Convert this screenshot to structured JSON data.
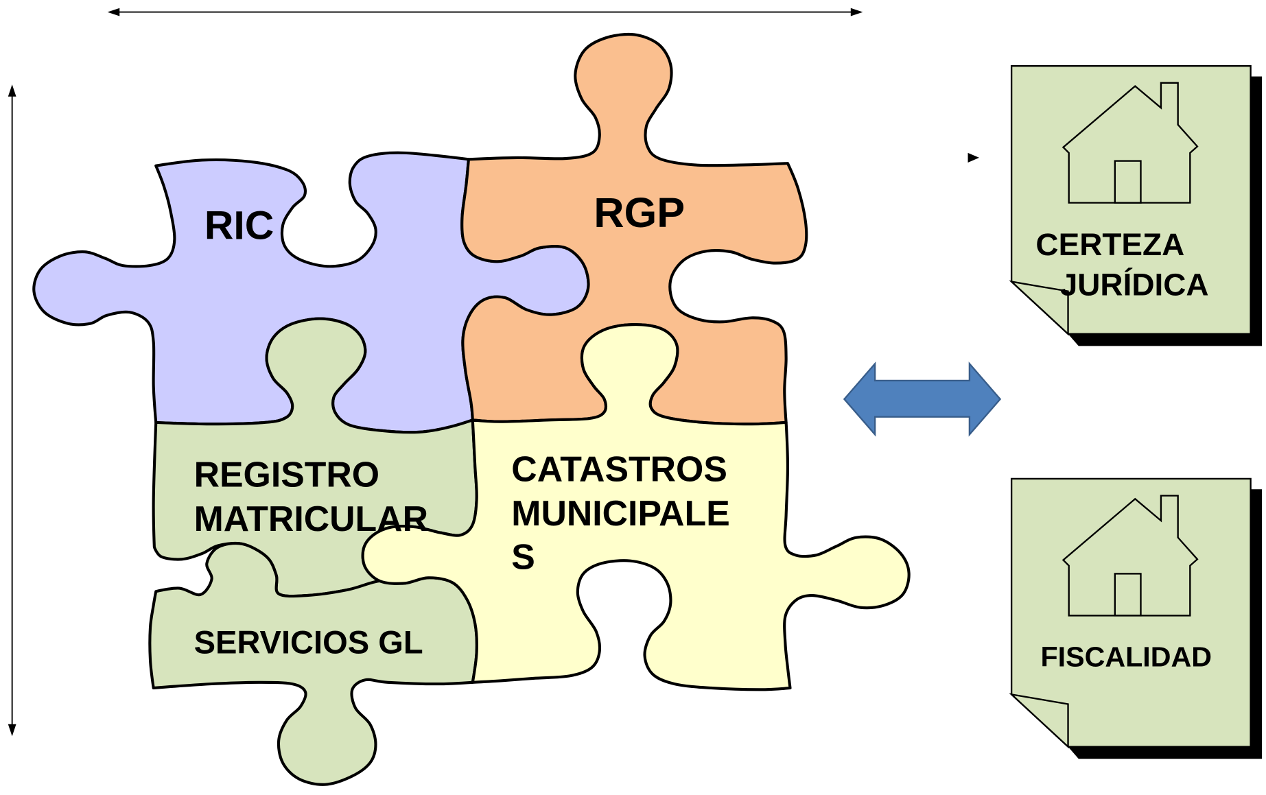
{
  "pieces": {
    "ric": {
      "label": "RIC"
    },
    "rgp": {
      "label": "RGP"
    },
    "registro_matricular": {
      "lines": [
        "REGISTRO",
        "MATRICULAR"
      ]
    },
    "catastros_municipales": {
      "lines": [
        "CATASTROS",
        "MUNICIPALE",
        "S"
      ]
    },
    "servicios_gl": {
      "label": "SERVICIOS GL"
    }
  },
  "outcomes": [
    {
      "lines": [
        "CERTEZA",
        "JURÍDICA"
      ],
      "icon": "house-icon"
    },
    {
      "lines": [
        "FISCALIDAD"
      ],
      "icon": "house-icon"
    }
  ],
  "connector": {
    "icon": "double-headed-arrow-icon"
  },
  "colors": {
    "ric": "#CCCCFF",
    "rgp": "#FABF8F",
    "registro_matricular": "#D7E4BD",
    "catastros_municipales": "#FFFFCC",
    "servicios_gl": "#D7E4BD",
    "note_card": "#D7E4BD",
    "note_shadow": "#000000",
    "connector_fill": "#4F81BD",
    "connector_stroke": "#385D8A"
  }
}
